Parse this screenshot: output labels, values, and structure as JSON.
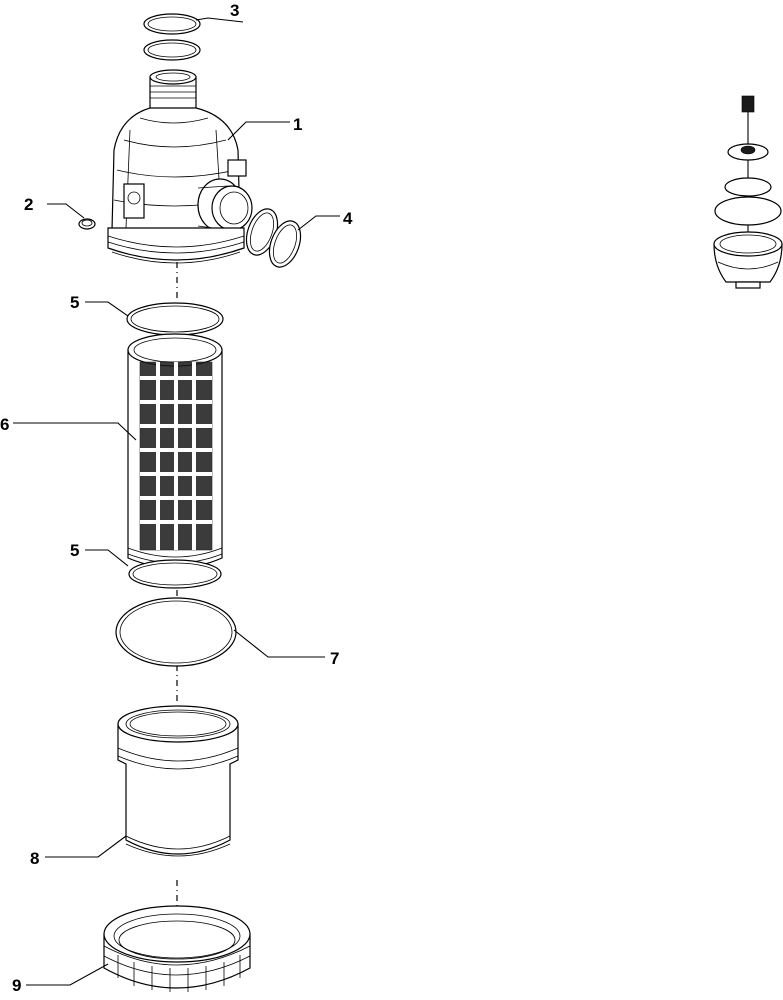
{
  "callouts": [
    {
      "id": "1",
      "label": "1"
    },
    {
      "id": "2",
      "label": "2"
    },
    {
      "id": "3",
      "label": "3"
    },
    {
      "id": "4",
      "label": "4"
    },
    {
      "id": "5a",
      "label": "5"
    },
    {
      "id": "6",
      "label": "6"
    },
    {
      "id": "5b",
      "label": "5"
    },
    {
      "id": "7",
      "label": "7"
    },
    {
      "id": "8",
      "label": "8"
    },
    {
      "id": "9",
      "label": "9"
    }
  ]
}
